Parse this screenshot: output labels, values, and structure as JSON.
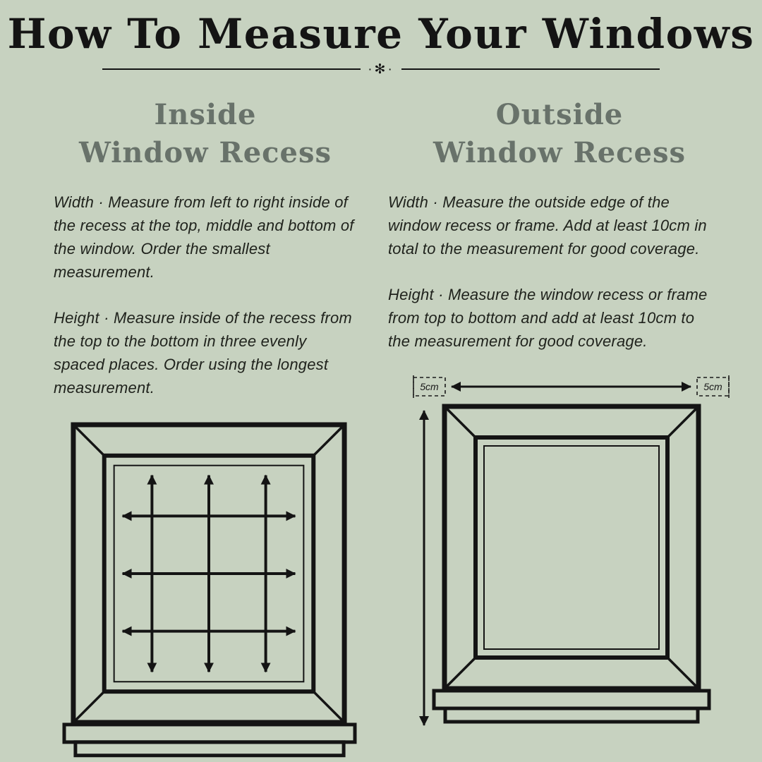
{
  "page": {
    "title": "How To Measure Your Windows",
    "divider_ornament": "·✻·",
    "background_color": "#c7d2c0",
    "title_color": "#141414",
    "heading_color": "#68726a",
    "body_color": "#20231d",
    "diagram_line_color": "#141414"
  },
  "columns": [
    {
      "heading_line1": "Inside",
      "heading_line2": "Window Recess",
      "width_text": "Width · Measure from left to right inside of the recess at the top, middle and bottom of the window. Order the smallest measurement.",
      "height_text": "Height · Measure inside of the recess from the top to the bottom in three evenly spaced places. Order using the longest measurement."
    },
    {
      "heading_line1": "Outside",
      "heading_line2": "Window Recess",
      "width_text": "Width · Measure the outside edge of the window recess or frame. Add at least 10cm in total to the measurement for good coverage.",
      "height_text": "Height · Measure the window recess or frame from top to bottom and add at least 10cm to the measurement for good coverage."
    }
  ],
  "diagrams": {
    "outside_margin_label_left": "5cm",
    "outside_margin_label_right": "5cm"
  }
}
